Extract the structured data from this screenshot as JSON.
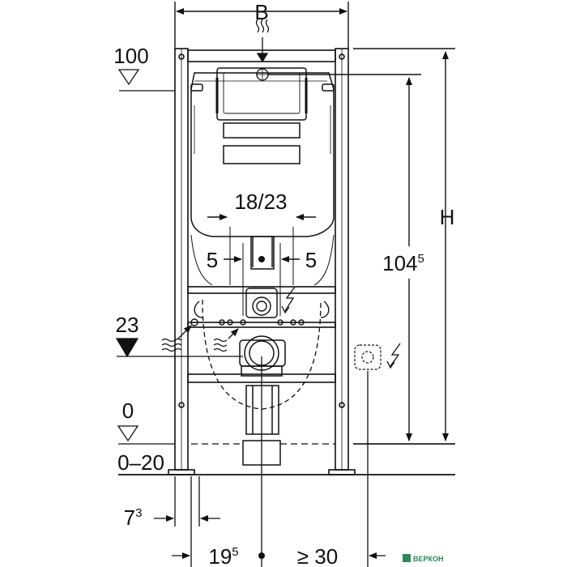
{
  "labels": {
    "width": "B",
    "height": "H",
    "level_100": "100",
    "level_23": "23",
    "level_0": "0",
    "floor_range": "0–20",
    "spacing_18_23": "18/23",
    "offset_left": "5",
    "offset_right": "5",
    "height_104": "104",
    "height_104_sup": "5",
    "dim_7": "7",
    "dim_7_sup": "3",
    "dim_19": "19",
    "dim_19_sup": "5",
    "dim_30": "≥ 30"
  },
  "icons": [
    "water-supply-icon",
    "electrical-connection-icon",
    "socket-icon"
  ],
  "watermark": "ВЕРКОН",
  "colors": {
    "line": "#111111",
    "watermark": "#2a8a5a"
  }
}
